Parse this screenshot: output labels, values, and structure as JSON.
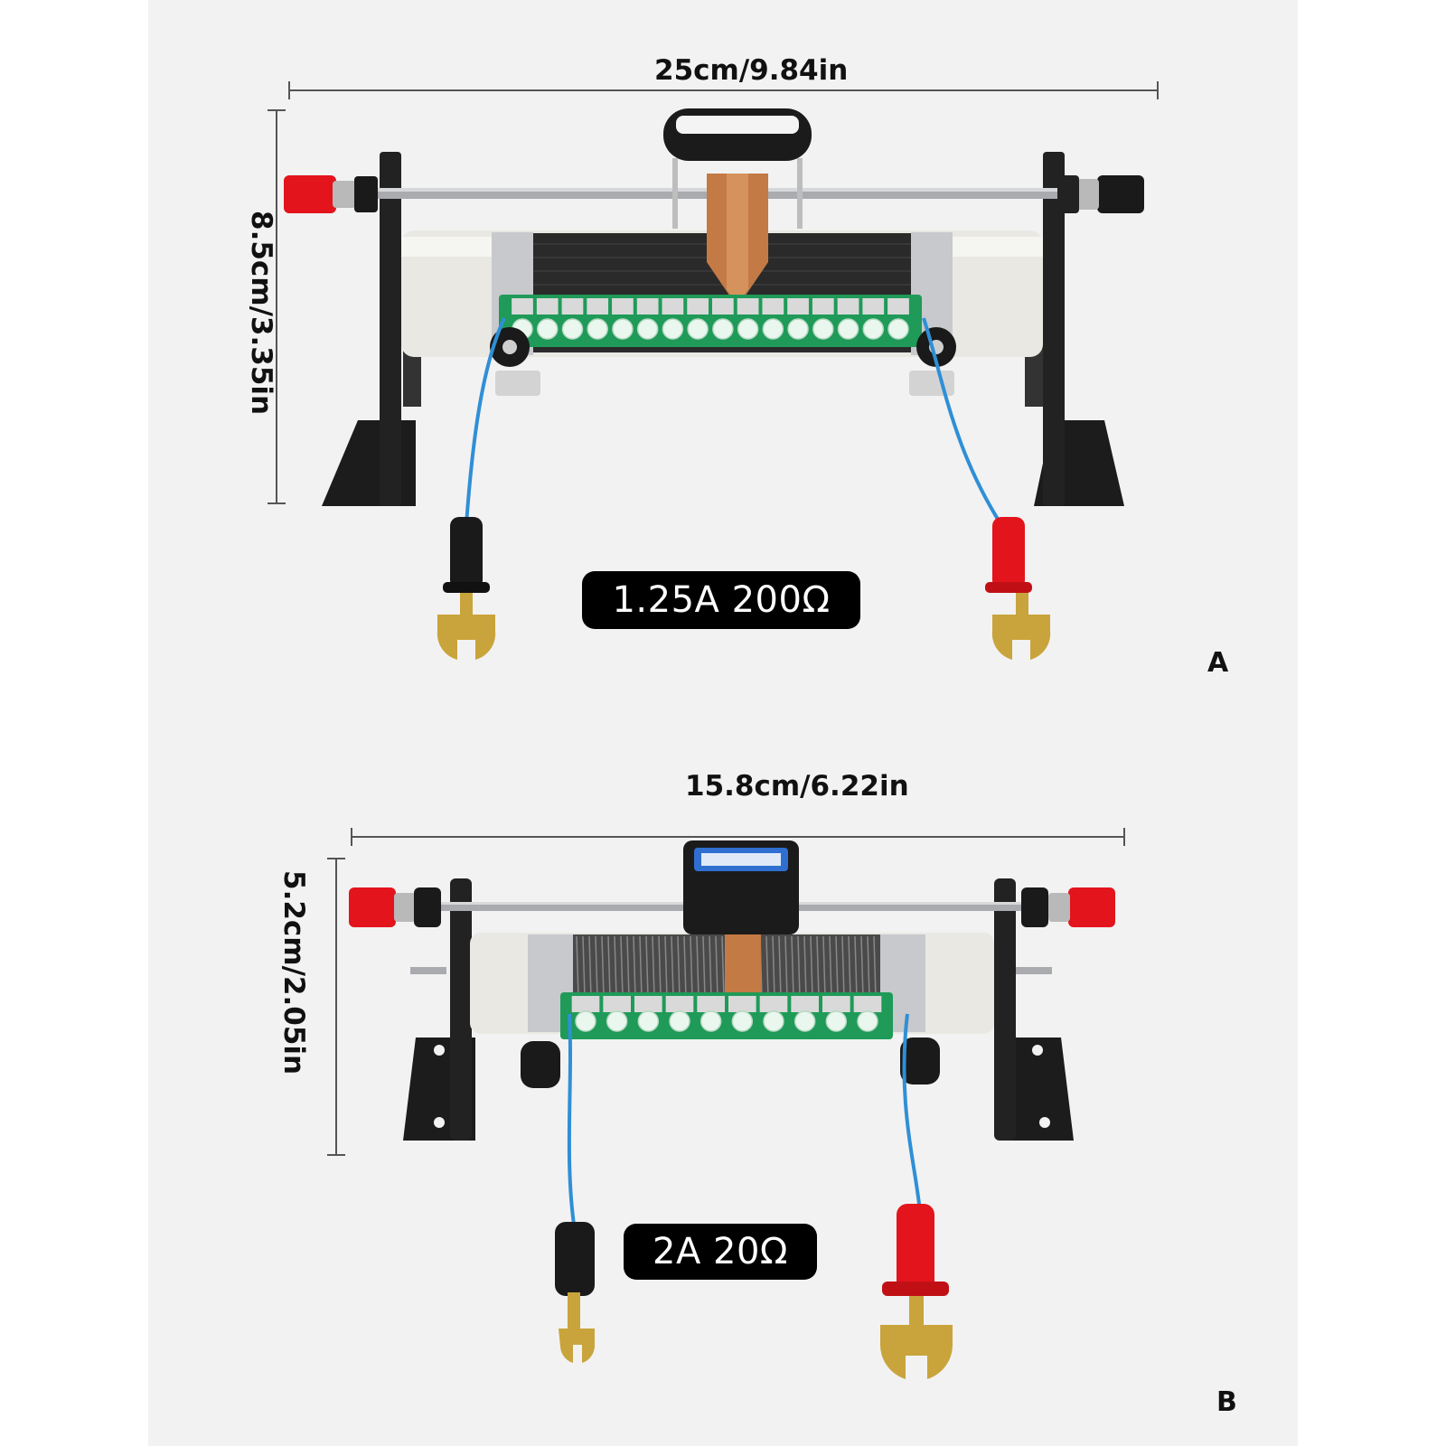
{
  "variants": [
    {
      "label": "A",
      "width_text": "25cm/9.84in",
      "height_text": "8.5cm/3.35in",
      "spec": "1.25A  200Ω",
      "led_count": 16
    },
    {
      "label": "B",
      "width_text": "15.8cm/6.22in",
      "height_text": "5.2cm/2.05in",
      "spec": "2A  20Ω",
      "led_count": 10
    }
  ],
  "colors": {
    "background": "#f2f2f2",
    "terminal_red": "#e3141c",
    "terminal_black": "#1a1a1a",
    "wire_blue": "#2f8fd6",
    "copper": "#c47a45",
    "pcb_green": "#1f9a58",
    "brass": "#c9a43c"
  }
}
